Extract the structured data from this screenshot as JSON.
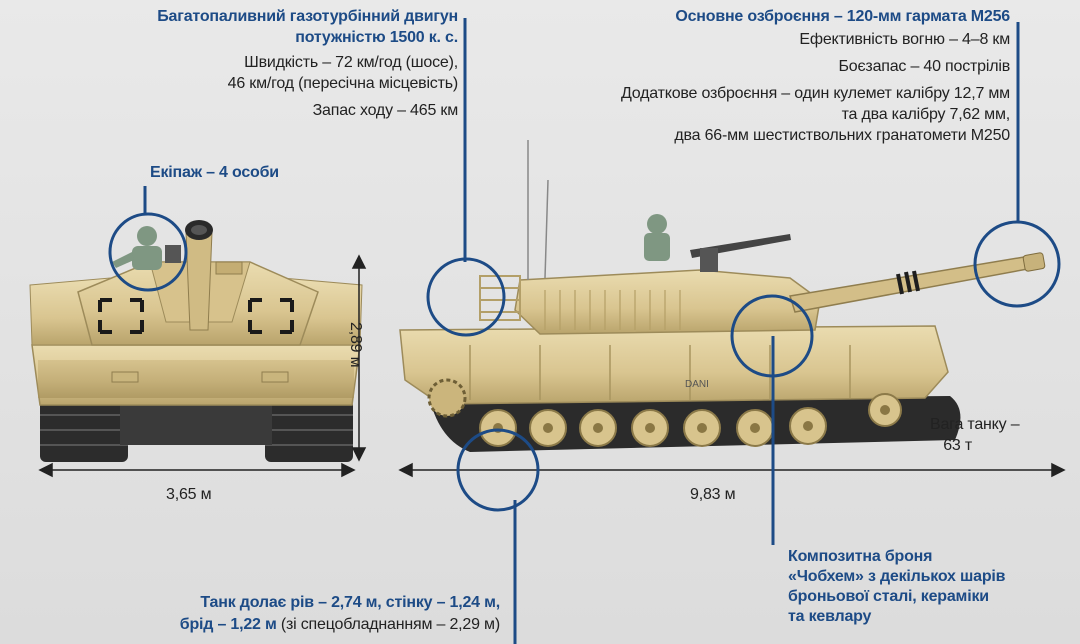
{
  "engine": {
    "title_line1": "Багатопаливний газотурбінний двигун",
    "title_line2": "потужністю 1500 к. с.",
    "speed_line1": "Швидкість – 72 км/год (шосе),",
    "speed_line2": "46 км/год (пересічна місцевість)",
    "range": "Запас ходу – 465 км"
  },
  "crew": {
    "label": "Екіпаж – 4 особи"
  },
  "armament": {
    "title": "Основне озброєння – 120-мм гармата M256",
    "fire_range": "Ефективність вогню – 4–8 км",
    "ammo": "Боєзапас – 40 пострілів",
    "additional_line1": "Додаткове озброєння – один кулемет калібру 12,7 мм",
    "additional_line2": "та два калібру 7,62 мм,",
    "additional_line3": "два 66-мм шестиствольних гранатомети M250"
  },
  "dimensions": {
    "height": "2,89 м",
    "width": "3,65 м",
    "length": "9,83 м"
  },
  "weight": {
    "line1": "Вага танку –",
    "line2": "63 т"
  },
  "armor": {
    "line1": "Композитна броня",
    "line2": "«Чобхем» з декількох шарів",
    "line3": "броньової сталі, кераміки",
    "line4": "та кевлару"
  },
  "obstacles": {
    "line1": "Танк долає рів – 2,74 м, стінку – 1,24 м,",
    "ford": "брід – 1,22 м",
    "ford_equipment": " (зі спецобладнанням – 2,29 м)"
  },
  "colors": {
    "accent": "#1d4b86",
    "tank_sand": "#d9c590",
    "armor_marker": "#f2d43a"
  }
}
